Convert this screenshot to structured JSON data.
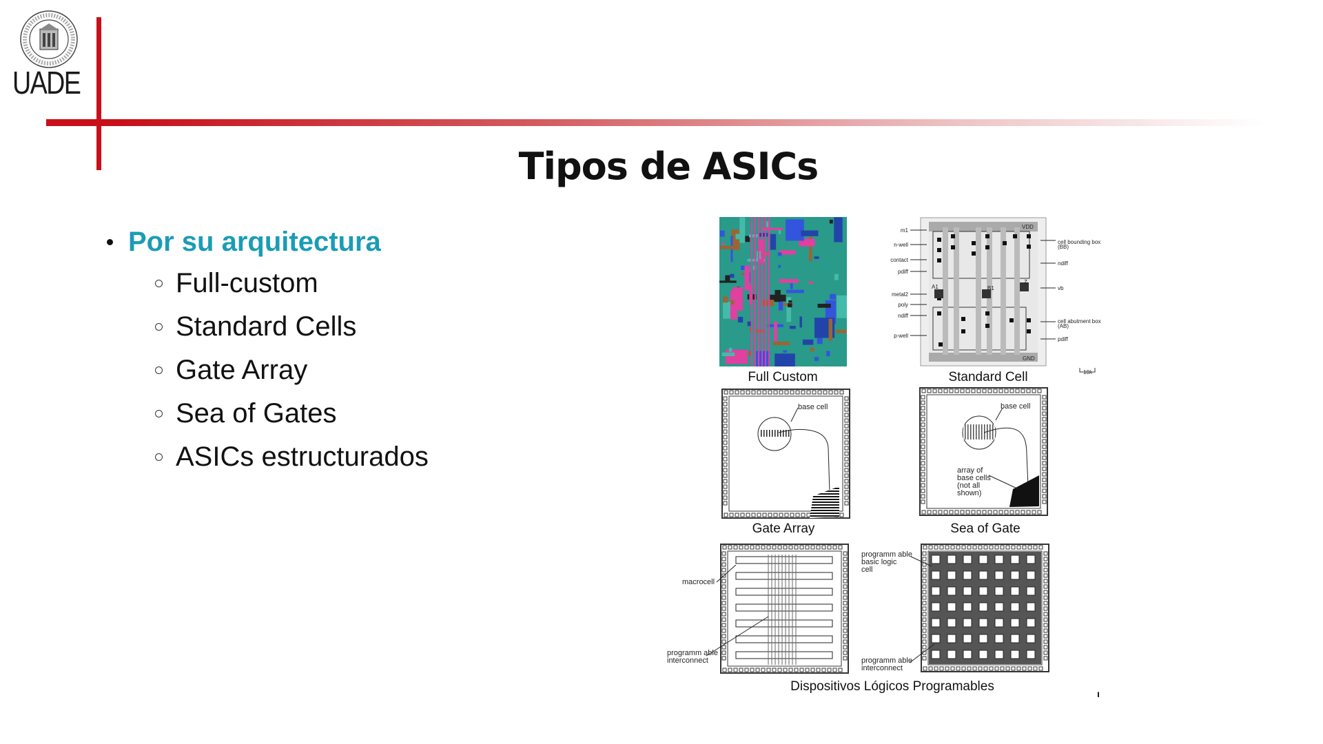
{
  "logo": {
    "name": "UADE",
    "seal_text": "UNIVERSIDAD ARGENTINA DE LA EMPRESA"
  },
  "title": "Tipos de ASICs",
  "bullets": {
    "main": "Por su arquitectura",
    "items": [
      "Full-custom",
      "Standard Cells",
      "Gate Array",
      "Sea of Gates",
      "ASICs estructurados"
    ]
  },
  "figure": {
    "full_custom": "Full Custom",
    "standard_cell": "Standard Cell",
    "gate_array": "Gate Array",
    "sea_of_gate": "Sea of Gate",
    "pld": "Dispositivos Lógicos Programables",
    "base_cell": "base cell",
    "array_of_base_cells": [
      "array of",
      "base cells",
      "(not all",
      "shown)"
    ],
    "macrocell": "macrocell",
    "prog_interconnect": [
      "programm able",
      "interconnect"
    ],
    "prog_logic_cell": [
      "programm able",
      "basic logic",
      "cell"
    ],
    "sc_left_labels": [
      "m1",
      "n-well",
      "contact",
      "pdiff",
      "metal2",
      "poly",
      "ndiff",
      "p-well"
    ],
    "sc_right_labels": [
      "cell bounding box",
      "(BB)",
      "ndiff",
      "vb",
      "cell abutment box",
      "(AB)",
      "pdiff"
    ],
    "sc_inner": {
      "vdd": "VDD",
      "gnd": "GND",
      "a1": "A1",
      "b1": "B1",
      "z": "Z"
    },
    "scale": "10λ"
  },
  "colors": {
    "accent": "#1b9cb6",
    "brand_red": "#c8101a"
  }
}
